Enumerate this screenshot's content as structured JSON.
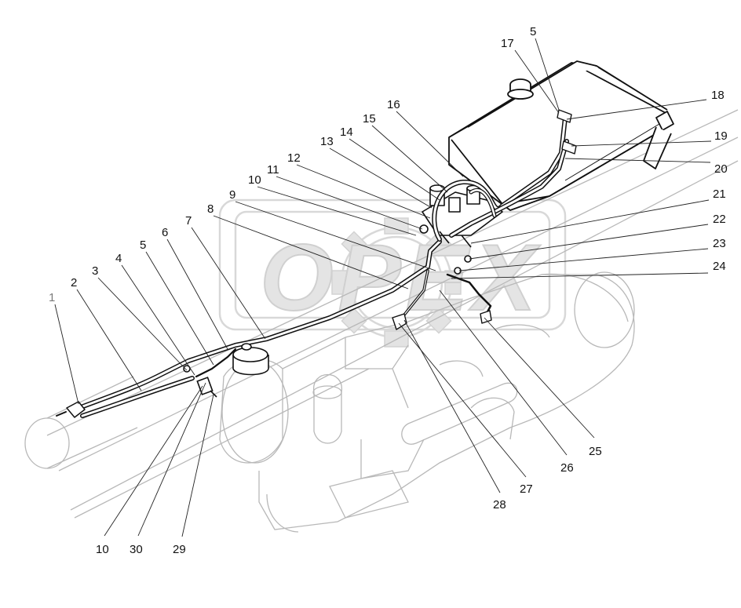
{
  "watermark": {
    "text": "OPEX",
    "color": "#d9d9d9"
  },
  "callouts": [
    "1",
    "2",
    "3",
    "4",
    "5",
    "6",
    "7",
    "8",
    "9",
    "10",
    "11",
    "12",
    "13",
    "14",
    "15",
    "16",
    "17",
    "5",
    "18",
    "19",
    "20",
    "21",
    "22",
    "23",
    "24",
    "25",
    "26",
    "27",
    "28",
    "10",
    "30",
    "29"
  ],
  "colors": {
    "line": "#111111",
    "ghost": "#b5b5b5",
    "tube": "#111111"
  }
}
